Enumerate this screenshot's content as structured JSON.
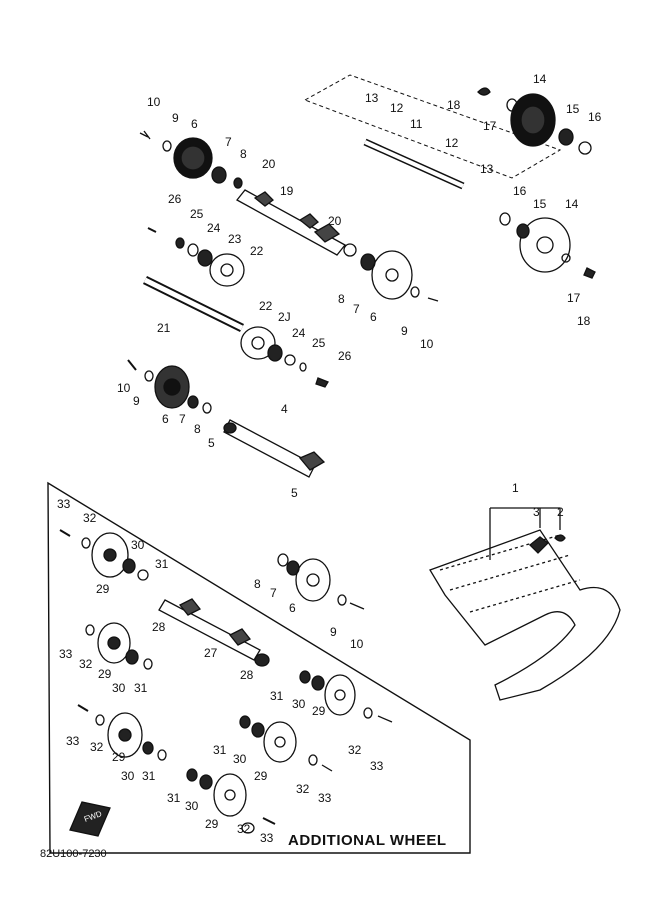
{
  "diagram": {
    "caption": "ADDITIONAL WHEEL",
    "drawing_code": "82U100-7230",
    "fwd_mark": "FWD",
    "callouts": [
      {
        "id": "c10a",
        "text": "10"
      },
      {
        "id": "c9a",
        "text": "9"
      },
      {
        "id": "c6a",
        "text": "6"
      },
      {
        "id": "c7a",
        "text": "7"
      },
      {
        "id": "c8a",
        "text": "8"
      },
      {
        "id": "c20a",
        "text": "20"
      },
      {
        "id": "c19",
        "text": "19"
      },
      {
        "id": "c20b",
        "text": "20"
      },
      {
        "id": "c13a",
        "text": "13"
      },
      {
        "id": "c12a",
        "text": "12"
      },
      {
        "id": "c11",
        "text": "11"
      },
      {
        "id": "c12b",
        "text": "12"
      },
      {
        "id": "c13b",
        "text": "13"
      },
      {
        "id": "c18a",
        "text": "18"
      },
      {
        "id": "c17a",
        "text": "17"
      },
      {
        "id": "c14a",
        "text": "14"
      },
      {
        "id": "c15a",
        "text": "15"
      },
      {
        "id": "c16a",
        "text": "16"
      },
      {
        "id": "c16b",
        "text": "16"
      },
      {
        "id": "c15b",
        "text": "15"
      },
      {
        "id": "c14b",
        "text": "14"
      },
      {
        "id": "c17b",
        "text": "17"
      },
      {
        "id": "c18b",
        "text": "18"
      },
      {
        "id": "c26a",
        "text": "26"
      },
      {
        "id": "c25a",
        "text": "25"
      },
      {
        "id": "c24a",
        "text": "24"
      },
      {
        "id": "c23",
        "text": "23"
      },
      {
        "id": "c22a",
        "text": "22"
      },
      {
        "id": "c8b",
        "text": "8"
      },
      {
        "id": "c7b",
        "text": "7"
      },
      {
        "id": "c6b",
        "text": "6"
      },
      {
        "id": "c9b",
        "text": "9"
      },
      {
        "id": "c10b",
        "text": "10"
      },
      {
        "id": "c21",
        "text": "21"
      },
      {
        "id": "c22b",
        "text": "22"
      },
      {
        "id": "c2J",
        "text": "2J"
      },
      {
        "id": "c24b",
        "text": "24"
      },
      {
        "id": "c25b",
        "text": "25"
      },
      {
        "id": "c26b",
        "text": "26"
      },
      {
        "id": "c10c",
        "text": "10"
      },
      {
        "id": "c9c",
        "text": "9"
      },
      {
        "id": "c6c",
        "text": "6"
      },
      {
        "id": "c7c",
        "text": "7"
      },
      {
        "id": "c8c",
        "text": "8"
      },
      {
        "id": "c5a",
        "text": "5"
      },
      {
        "id": "c4",
        "text": "4"
      },
      {
        "id": "c5b",
        "text": "5"
      },
      {
        "id": "c1",
        "text": "1"
      },
      {
        "id": "c3",
        "text": "3"
      },
      {
        "id": "c2",
        "text": "2"
      },
      {
        "id": "c33a",
        "text": "33"
      },
      {
        "id": "c32a",
        "text": "32"
      },
      {
        "id": "c30a",
        "text": "30"
      },
      {
        "id": "c31a",
        "text": "31"
      },
      {
        "id": "c29a",
        "text": "29"
      },
      {
        "id": "c8d",
        "text": "8"
      },
      {
        "id": "c7d",
        "text": "7"
      },
      {
        "id": "c6d",
        "text": "6"
      },
      {
        "id": "c9d",
        "text": "9"
      },
      {
        "id": "c10d",
        "text": "10"
      },
      {
        "id": "c28a",
        "text": "28"
      },
      {
        "id": "c27",
        "text": "27"
      },
      {
        "id": "c28b",
        "text": "28"
      },
      {
        "id": "c33b",
        "text": "33"
      },
      {
        "id": "c32b",
        "text": "32"
      },
      {
        "id": "c29b",
        "text": "29"
      },
      {
        "id": "c30b",
        "text": "30"
      },
      {
        "id": "c31b",
        "text": "31"
      },
      {
        "id": "c31c",
        "text": "31"
      },
      {
        "id": "c30c",
        "text": "30"
      },
      {
        "id": "c29c",
        "text": "29"
      },
      {
        "id": "c33c",
        "text": "33"
      },
      {
        "id": "c32c",
        "text": "32"
      },
      {
        "id": "c29d",
        "text": "29"
      },
      {
        "id": "c30d",
        "text": "30"
      },
      {
        "id": "c31d",
        "text": "31"
      },
      {
        "id": "c31e",
        "text": "31"
      },
      {
        "id": "c30e",
        "text": "30"
      },
      {
        "id": "c29e",
        "text": "29"
      },
      {
        "id": "c32d",
        "text": "32"
      },
      {
        "id": "c33d",
        "text": "33"
      },
      {
        "id": "c32e",
        "text": "32"
      },
      {
        "id": "c33e",
        "text": "33"
      },
      {
        "id": "c31f",
        "text": "31"
      },
      {
        "id": "c30f",
        "text": "30"
      },
      {
        "id": "c29f",
        "text": "29"
      },
      {
        "id": "c32f",
        "text": "32"
      },
      {
        "id": "c33f",
        "text": "33"
      }
    ]
  }
}
